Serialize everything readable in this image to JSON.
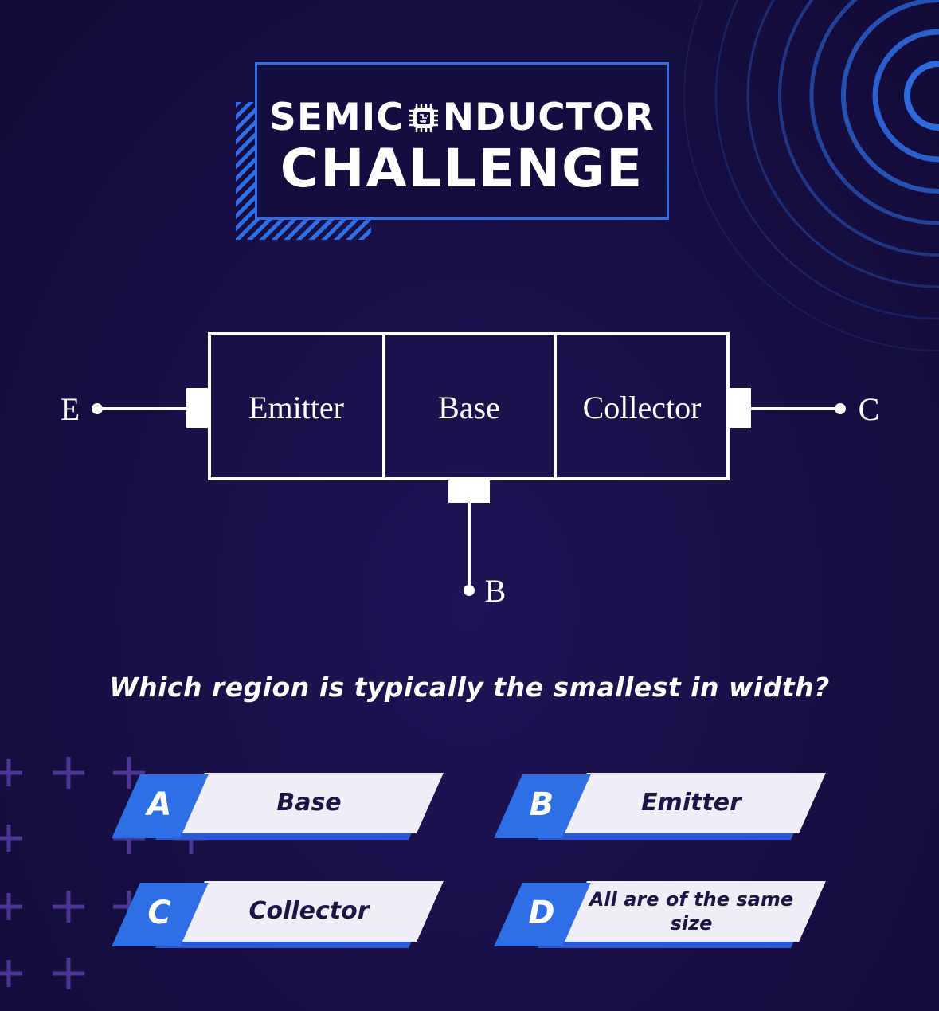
{
  "title": {
    "line1_before": "SEMIC",
    "line1_after": "NDUCTOR",
    "line2": "CHALLENGE",
    "embedded_icon": "microchip-icon"
  },
  "diagram": {
    "regions": [
      "Emitter",
      "Base",
      "Collector"
    ],
    "terminals": {
      "emitter": "E",
      "base": "B",
      "collector": "C"
    }
  },
  "question": "Which region is typically the smallest in width?",
  "options": [
    {
      "letter": "A",
      "text": "Base"
    },
    {
      "letter": "B",
      "text": "Emitter"
    },
    {
      "letter": "C",
      "text": "Collector"
    },
    {
      "letter": "D",
      "text": "All are of the same size"
    }
  ],
  "colors": {
    "background": "#170f44",
    "accent": "#2f6fe6",
    "option_plate": "#efeef8",
    "text_light": "#ffffff",
    "text_dark": "#1c1545"
  }
}
